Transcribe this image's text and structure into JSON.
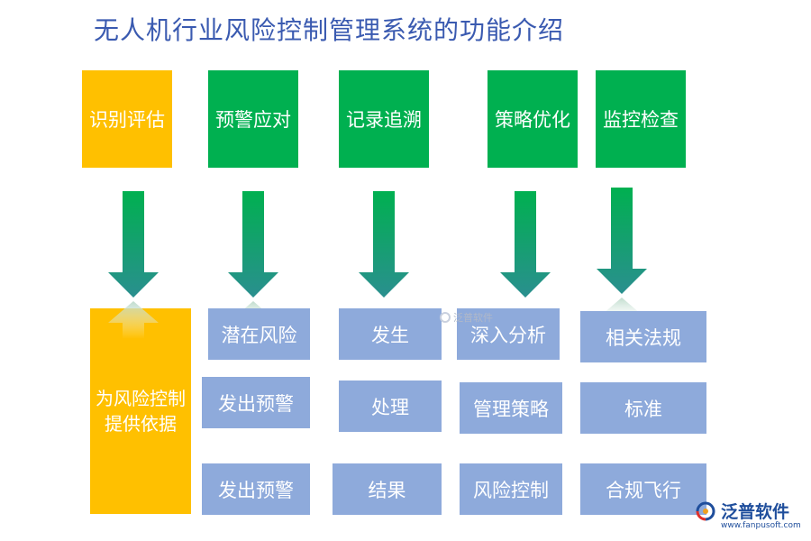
{
  "title": "无人机行业风险控制管理系统的功能介绍",
  "colors": {
    "green": "#00b050",
    "yellow": "#ffc000",
    "box": "#8eaadb",
    "arrow_top": "#00b050",
    "arrow_bottom": "#2a8f8f",
    "title": "#3a5ab0"
  },
  "headers": [
    "识别评估",
    "预警应对",
    "记录追溯",
    "策略优化",
    "监控检查"
  ],
  "left_summary": [
    "为风险控制",
    "提供依据"
  ],
  "columns": [
    {
      "items": [
        "潜在风险",
        "发出预警",
        "发出预警"
      ]
    },
    {
      "items": [
        "发生",
        "处理",
        "结果"
      ]
    },
    {
      "items": [
        "深入分析",
        "管理策略",
        "风险控制"
      ]
    },
    {
      "items": [
        "相关法规",
        "标准",
        "合规飞行"
      ]
    }
  ],
  "watermark": "泛普软件",
  "logo": {
    "name": "泛普软件",
    "url": "www.fanpusoft.com"
  }
}
